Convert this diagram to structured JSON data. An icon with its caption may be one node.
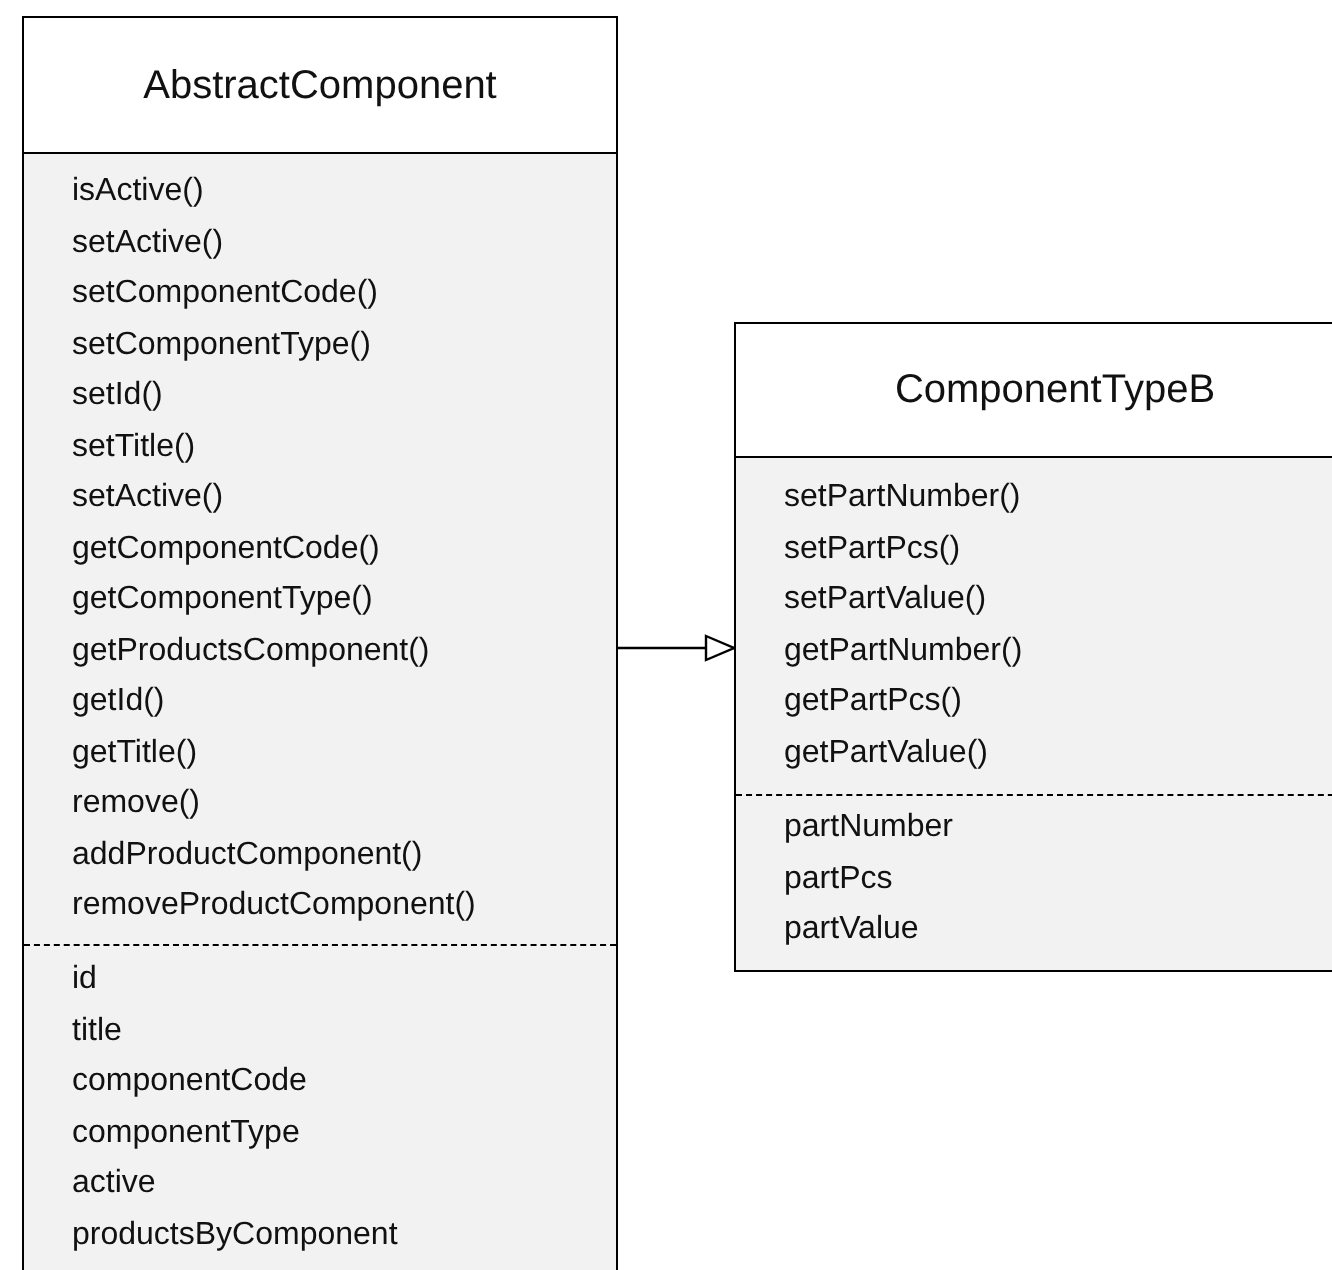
{
  "diagram": {
    "nodes": [
      {
        "text": [
          "AbstractComponent"
        ]
      },
      {
        "text": [
          "isActive()",
          "setActive()",
          "setComponentCode()",
          "setComponentType()",
          "setId()",
          "setTitle()",
          "setActive()",
          "getComponentCode()",
          "getComponentType()",
          "getProductsComponent()",
          "getId()",
          "getTitle()",
          "remove()",
          "addProductComponent()",
          "removeProductComponent()"
        ],
        "in": 0
      },
      {
        "text": [
          "id",
          "title",
          "componentCode",
          "componentType",
          "active",
          "productsByComponent"
        ],
        "in": 0
      },
      {
        "text": [
          "ComponentTypeB"
        ]
      },
      {
        "text": [
          "setPartNumber()",
          "setPartPcs()",
          "setPartValue()",
          "getPartNumber()",
          "getPartPcs()",
          "getPartValue()"
        ],
        "in": 3
      },
      {
        "text": [
          "partNumber",
          "partPcs",
          "partValue"
        ],
        "in": 3
      }
    ],
    "edges": [
      {
        "from": 0,
        "to": 3,
        "arrow": "to"
      }
    ]
  }
}
